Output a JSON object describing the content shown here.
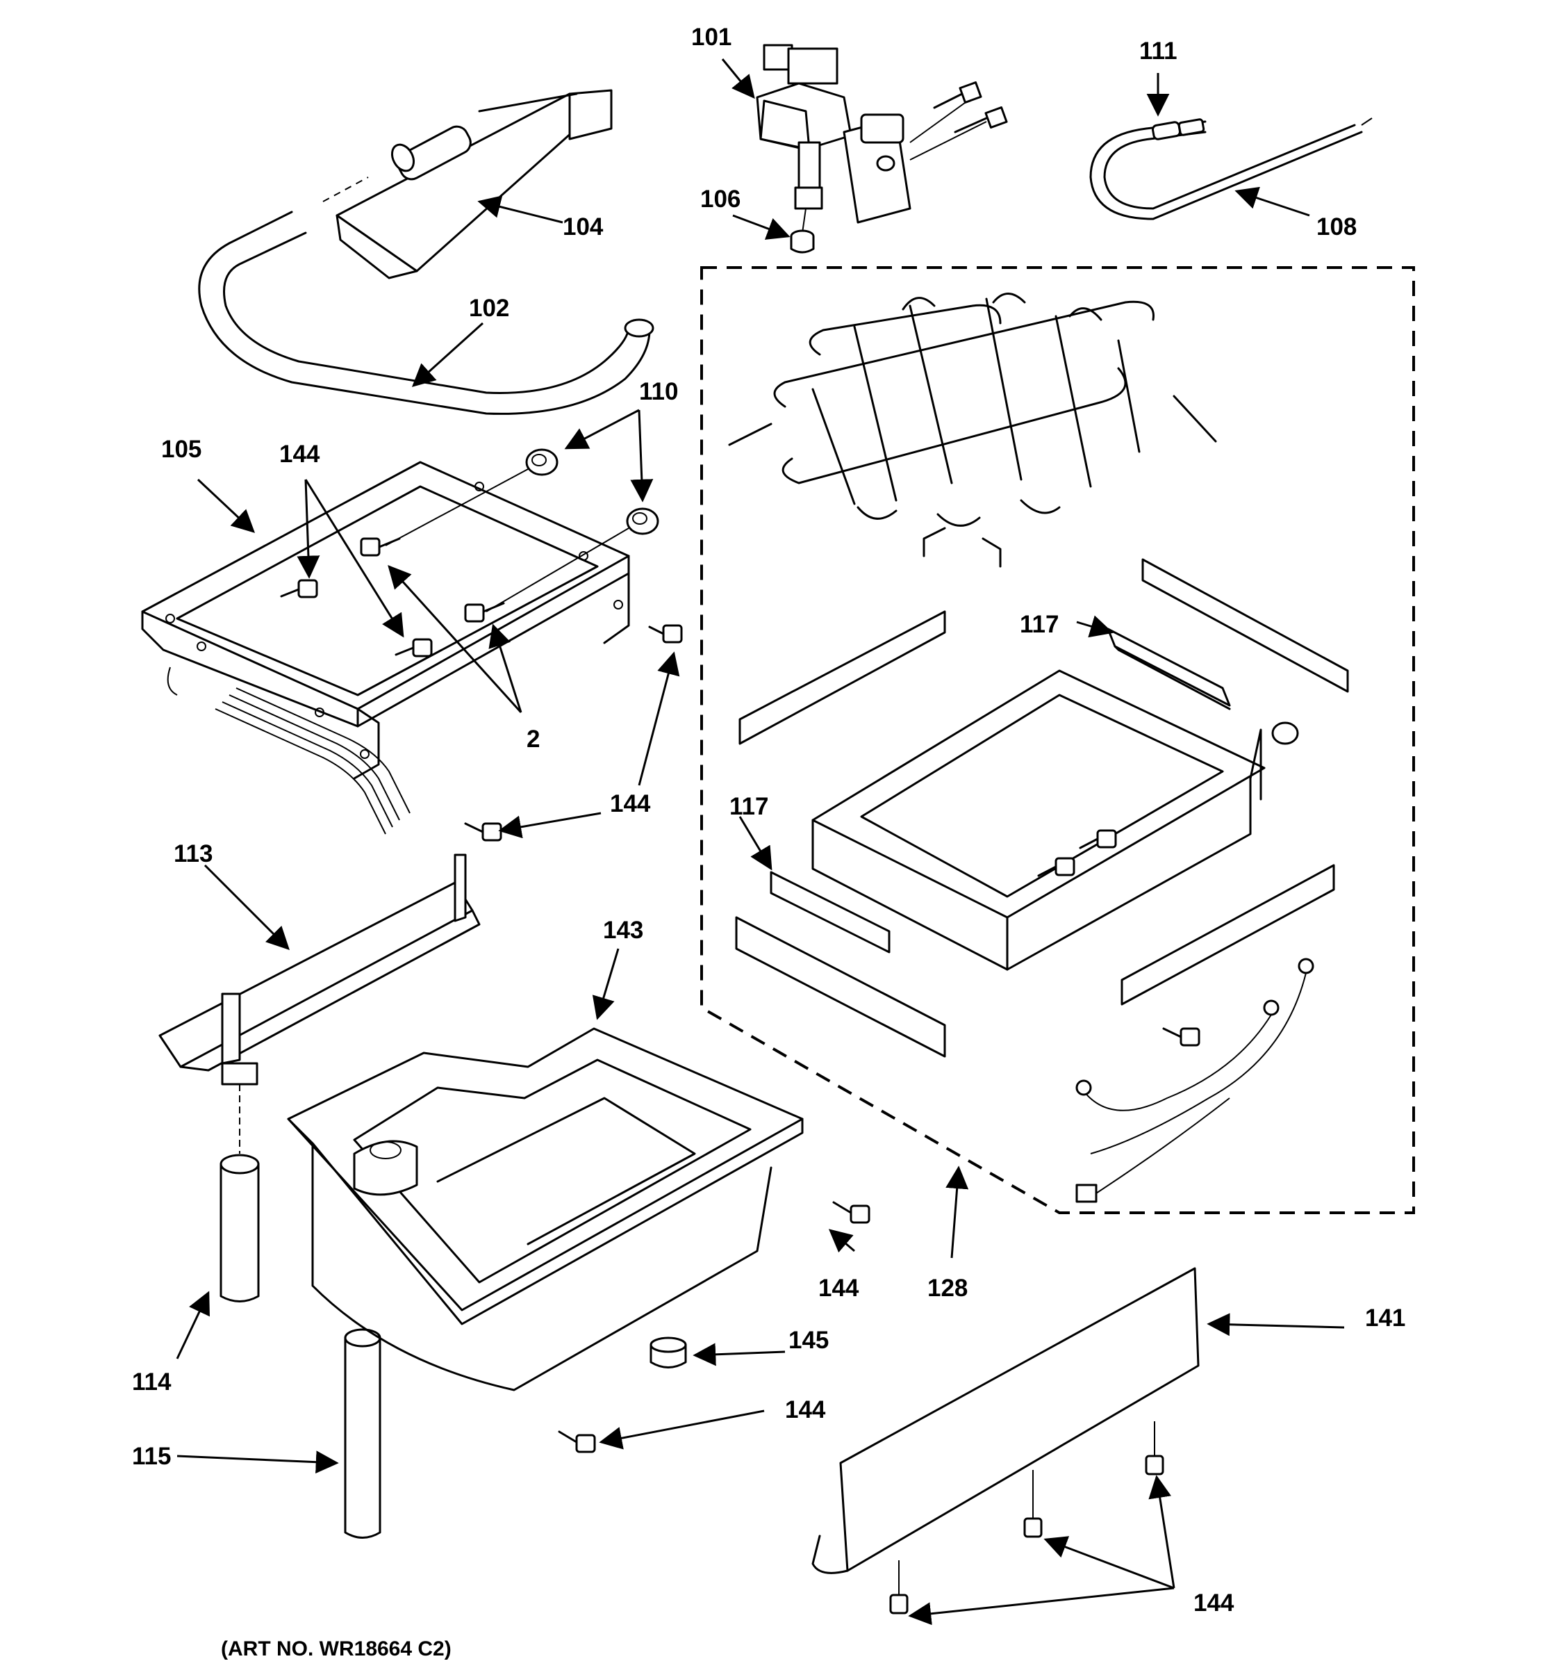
{
  "labels": {
    "l101": "101",
    "l104": "104",
    "l106": "106",
    "l111": "111",
    "l108": "108",
    "l102": "102",
    "l110": "110",
    "l105": "105",
    "l144a": "144",
    "l117a": "117",
    "l2": "2",
    "l144b": "144",
    "l113": "113",
    "l117b": "117",
    "l143": "143",
    "l144c": "144",
    "l128": "128",
    "l141": "141",
    "l145": "145",
    "l114": "114",
    "l144d": "144",
    "l115": "115",
    "l144e": "144"
  },
  "art_no": "(ART NO. WR18664 C2)"
}
